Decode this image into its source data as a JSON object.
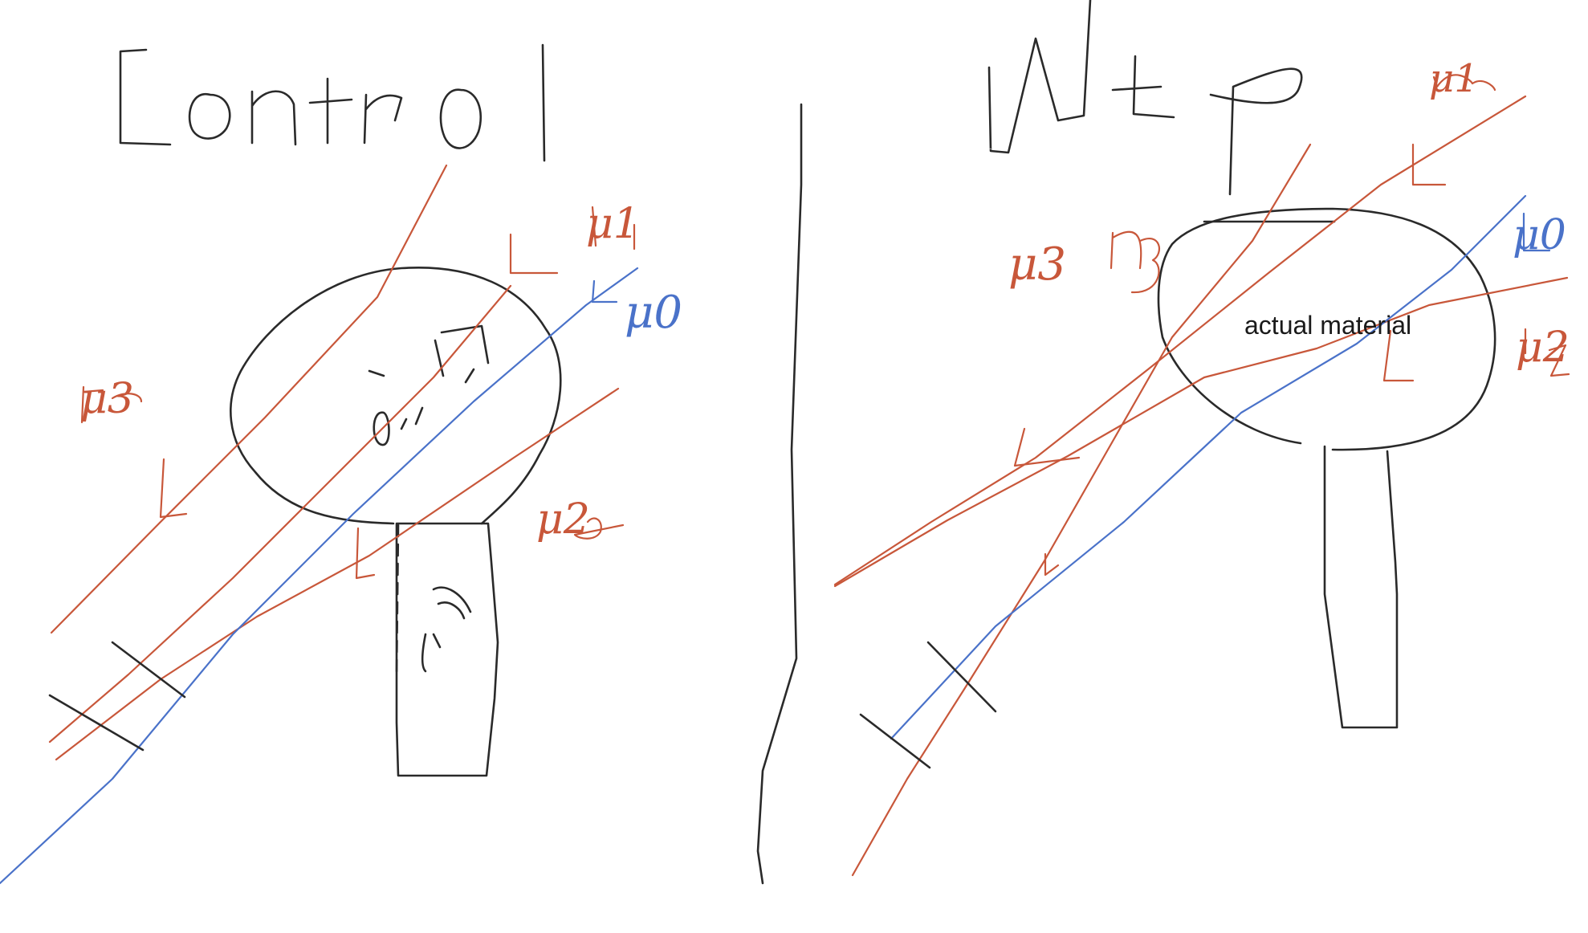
{
  "canvas": {
    "background": "#ffffff",
    "colors": {
      "ink": "#2a2a2a",
      "attenuation_rays": "#c8573a",
      "reference_ray": "#4a72c9"
    }
  },
  "left_panel": {
    "heading": "Control",
    "ray_labels": [
      "μ0",
      "μ1",
      "μ2",
      "μ3"
    ]
  },
  "right_panel": {
    "heading": "Ntp",
    "ray_labels": [
      "μ0",
      "μ1",
      "μ2",
      "μ3"
    ],
    "specimen_label": "actual material"
  }
}
